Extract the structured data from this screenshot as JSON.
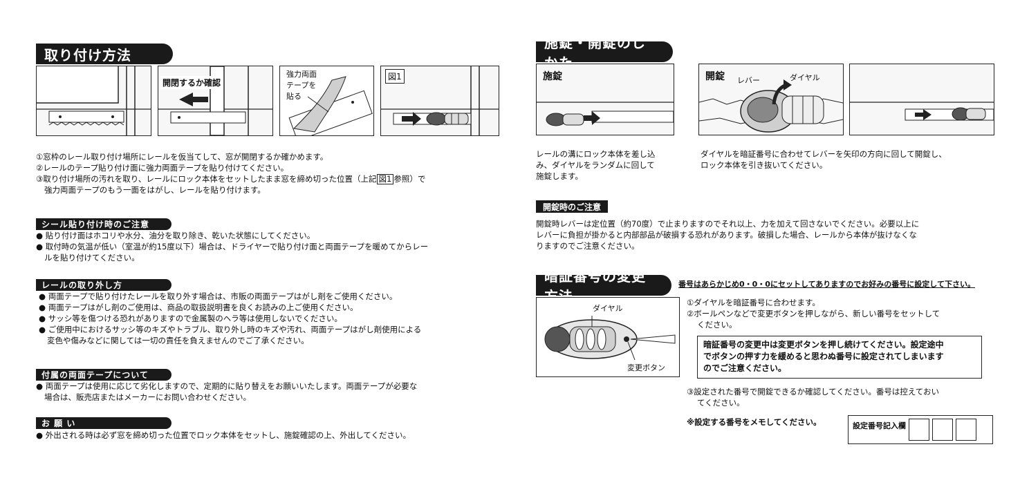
{
  "install": {
    "title": "取り付け方法",
    "panel2_label": "開閉するか確認",
    "panel3_label_1": "強力両面",
    "panel3_label_2": "テープを",
    "panel3_label_3": "貼る",
    "panel4_label": "図1",
    "step1": "①窓枠のレール取り付け場所にレールを仮当てして、窓が開閉するか確かめます。",
    "step2": "②レールのテープ貼り付け面に強力両面テープを貼り付けてください。",
    "step3_a": "③取り付け場所の汚れを取り、レールにロック本体をセットしたまま窓を締め切った位置（上記",
    "step3_ref": "図1",
    "step3_b": "参照）で",
    "step3_c": "強力両面テープのもう一面をはがし、レールを貼り付けます。"
  },
  "seal": {
    "title": "シール貼り付け時のご注意",
    "b1": "貼り付け面はホコリや水分、油分を取り除き、乾いた状態にしてください。",
    "b2a": "取付時の気温が低い（室温が約15度以下）場合は、ドライヤーで貼り付け面と両面テープを暖めてからレー",
    "b2b": "ルを貼り付けてください。"
  },
  "removal": {
    "title": "レールの取り外し方",
    "b1": "両面テープで貼り付けたレールを取り外す場合は、市販の両面テープはがし剤をご使用ください。",
    "b2": "両面テープはがし剤のご使用は、商品の取扱説明書を良くお読みの上ご使用ください。",
    "b3": "サッシ等を傷つける恐れがありますので金属製のヘラ等は使用しないでください。",
    "b4a": "ご使用中におけるサッシ等のキズやトラブル、取り外し時のキズや汚れ、両面テープはがし剤使用による",
    "b4b": "変色や傷みなどに関しては一切の責任を負えませんのでご了承ください。"
  },
  "tape": {
    "title": "付属の両面テープについて",
    "b1a": "両面テープは使用に応じて劣化しますので、定期的に貼り替えをお願いいたします。両面テープが必要な",
    "b1b": "場合は、販売店またはメーカーにお問い合わせください。"
  },
  "request": {
    "title": "お 願 い",
    "b1": "外出される時は必ず窓を締め切った位置でロック本体をセットし、施錠確認の上、外出してください。"
  },
  "lock": {
    "title": "施錠・開錠のしかた",
    "lock_label": "施錠",
    "unlock_label": "開錠",
    "lever_label": "レバー",
    "dial_label": "ダイヤル",
    "lock_desc_1": "レールの溝にロック本体を差し込",
    "lock_desc_2": "み、ダイヤルをランダムに回して",
    "lock_desc_3": "施錠します。",
    "unlock_desc_1": "ダイヤルを暗証番号に合わせてレバーを矢印の方向に回して開錠し、",
    "unlock_desc_2": "ロック本体を引き抜いてください。"
  },
  "unlock_caution": {
    "title": "開錠時のご注意",
    "l1": "開錠時レバーは定位置（約70度）で止まりますのでそれ以上、力を加えて回さないでください。必要以上に",
    "l2": "レバーに負担が掛かると内部部品が破損する恐れがあります。破損した場合、レールから本体が抜けなくな",
    "l3": "りますのでご注意ください。"
  },
  "code": {
    "title": "暗証番号の変更方法",
    "subtitle": "番号はあらかじめ0・0・0にセットしてありますのでお好みの番号に設定して下さい。",
    "dial_label": "ダイヤル",
    "button_label": "変更ボタン",
    "s1": "①ダイヤルを暗証番号に合わせます。",
    "s2a": "②ボールペンなどで変更ボタンを押しながら、新しい番号をセットして",
    "s2b": "ください。",
    "note1": "暗証番号の変更中は変更ボタンを押し続けてください。設定途中",
    "note2": "でボタンの押す力を緩めると思わぬ番号に設定されてしまいます",
    "note3": "のでご注意ください。",
    "s3a": "③設定された番号で開錠できるか確認してください。番号は控えておい",
    "s3b": "てください。",
    "memo": "※設定する番号をメモしてください。",
    "record_label": "設定番号記入欄"
  },
  "colors": {
    "ink": "#1a1a1a",
    "panel_bg": "#f7f7f7",
    "tape": "#cfcfcf"
  }
}
